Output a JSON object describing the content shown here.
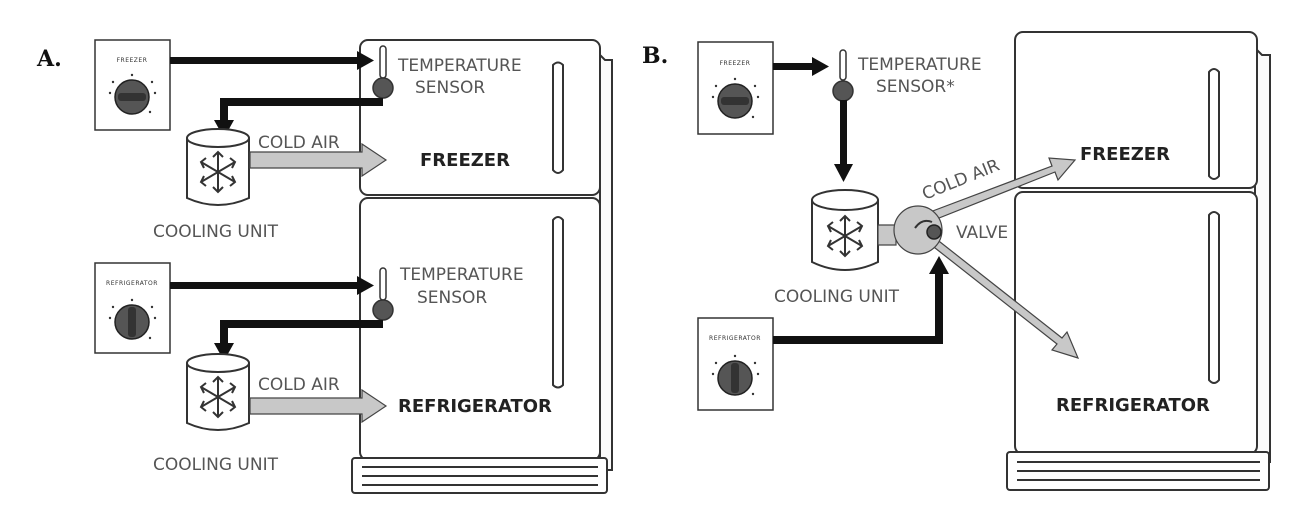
{
  "panels": {
    "a": {
      "letter": "A.",
      "dial_freezer": "FREEZER",
      "dial_refrigerator": "REFRIGERATOR",
      "sensor_top_1": "TEMPERATURE",
      "sensor_top_2": "SENSOR",
      "sensor_bottom_1": "TEMPERATURE",
      "sensor_bottom_2": "SENSOR",
      "cold_air_top": "COLD AIR",
      "cold_air_bottom": "COLD AIR",
      "cooling_unit_top": "COOLING UNIT",
      "cooling_unit_bottom": "COOLING UNIT",
      "freezer_label": "FREEZER",
      "refrigerator_label": "REFRIGERATOR"
    },
    "b": {
      "letter": "B.",
      "dial_freezer": "FREEZER",
      "dial_refrigerator": "REFRIGERATOR",
      "sensor_1": "TEMPERATURE",
      "sensor_2": "SENSOR*",
      "cold_air": "COLD AIR",
      "valve": "VALVE",
      "cooling_unit": "COOLING UNIT",
      "freezer_label": "FREEZER",
      "refrigerator_label": "REFRIGERATOR"
    }
  },
  "colors": {
    "outline": "#333333",
    "dark_arrow": "#111111",
    "air_arrow_fill": "#c8c8c8",
    "bulb": "#555555"
  }
}
